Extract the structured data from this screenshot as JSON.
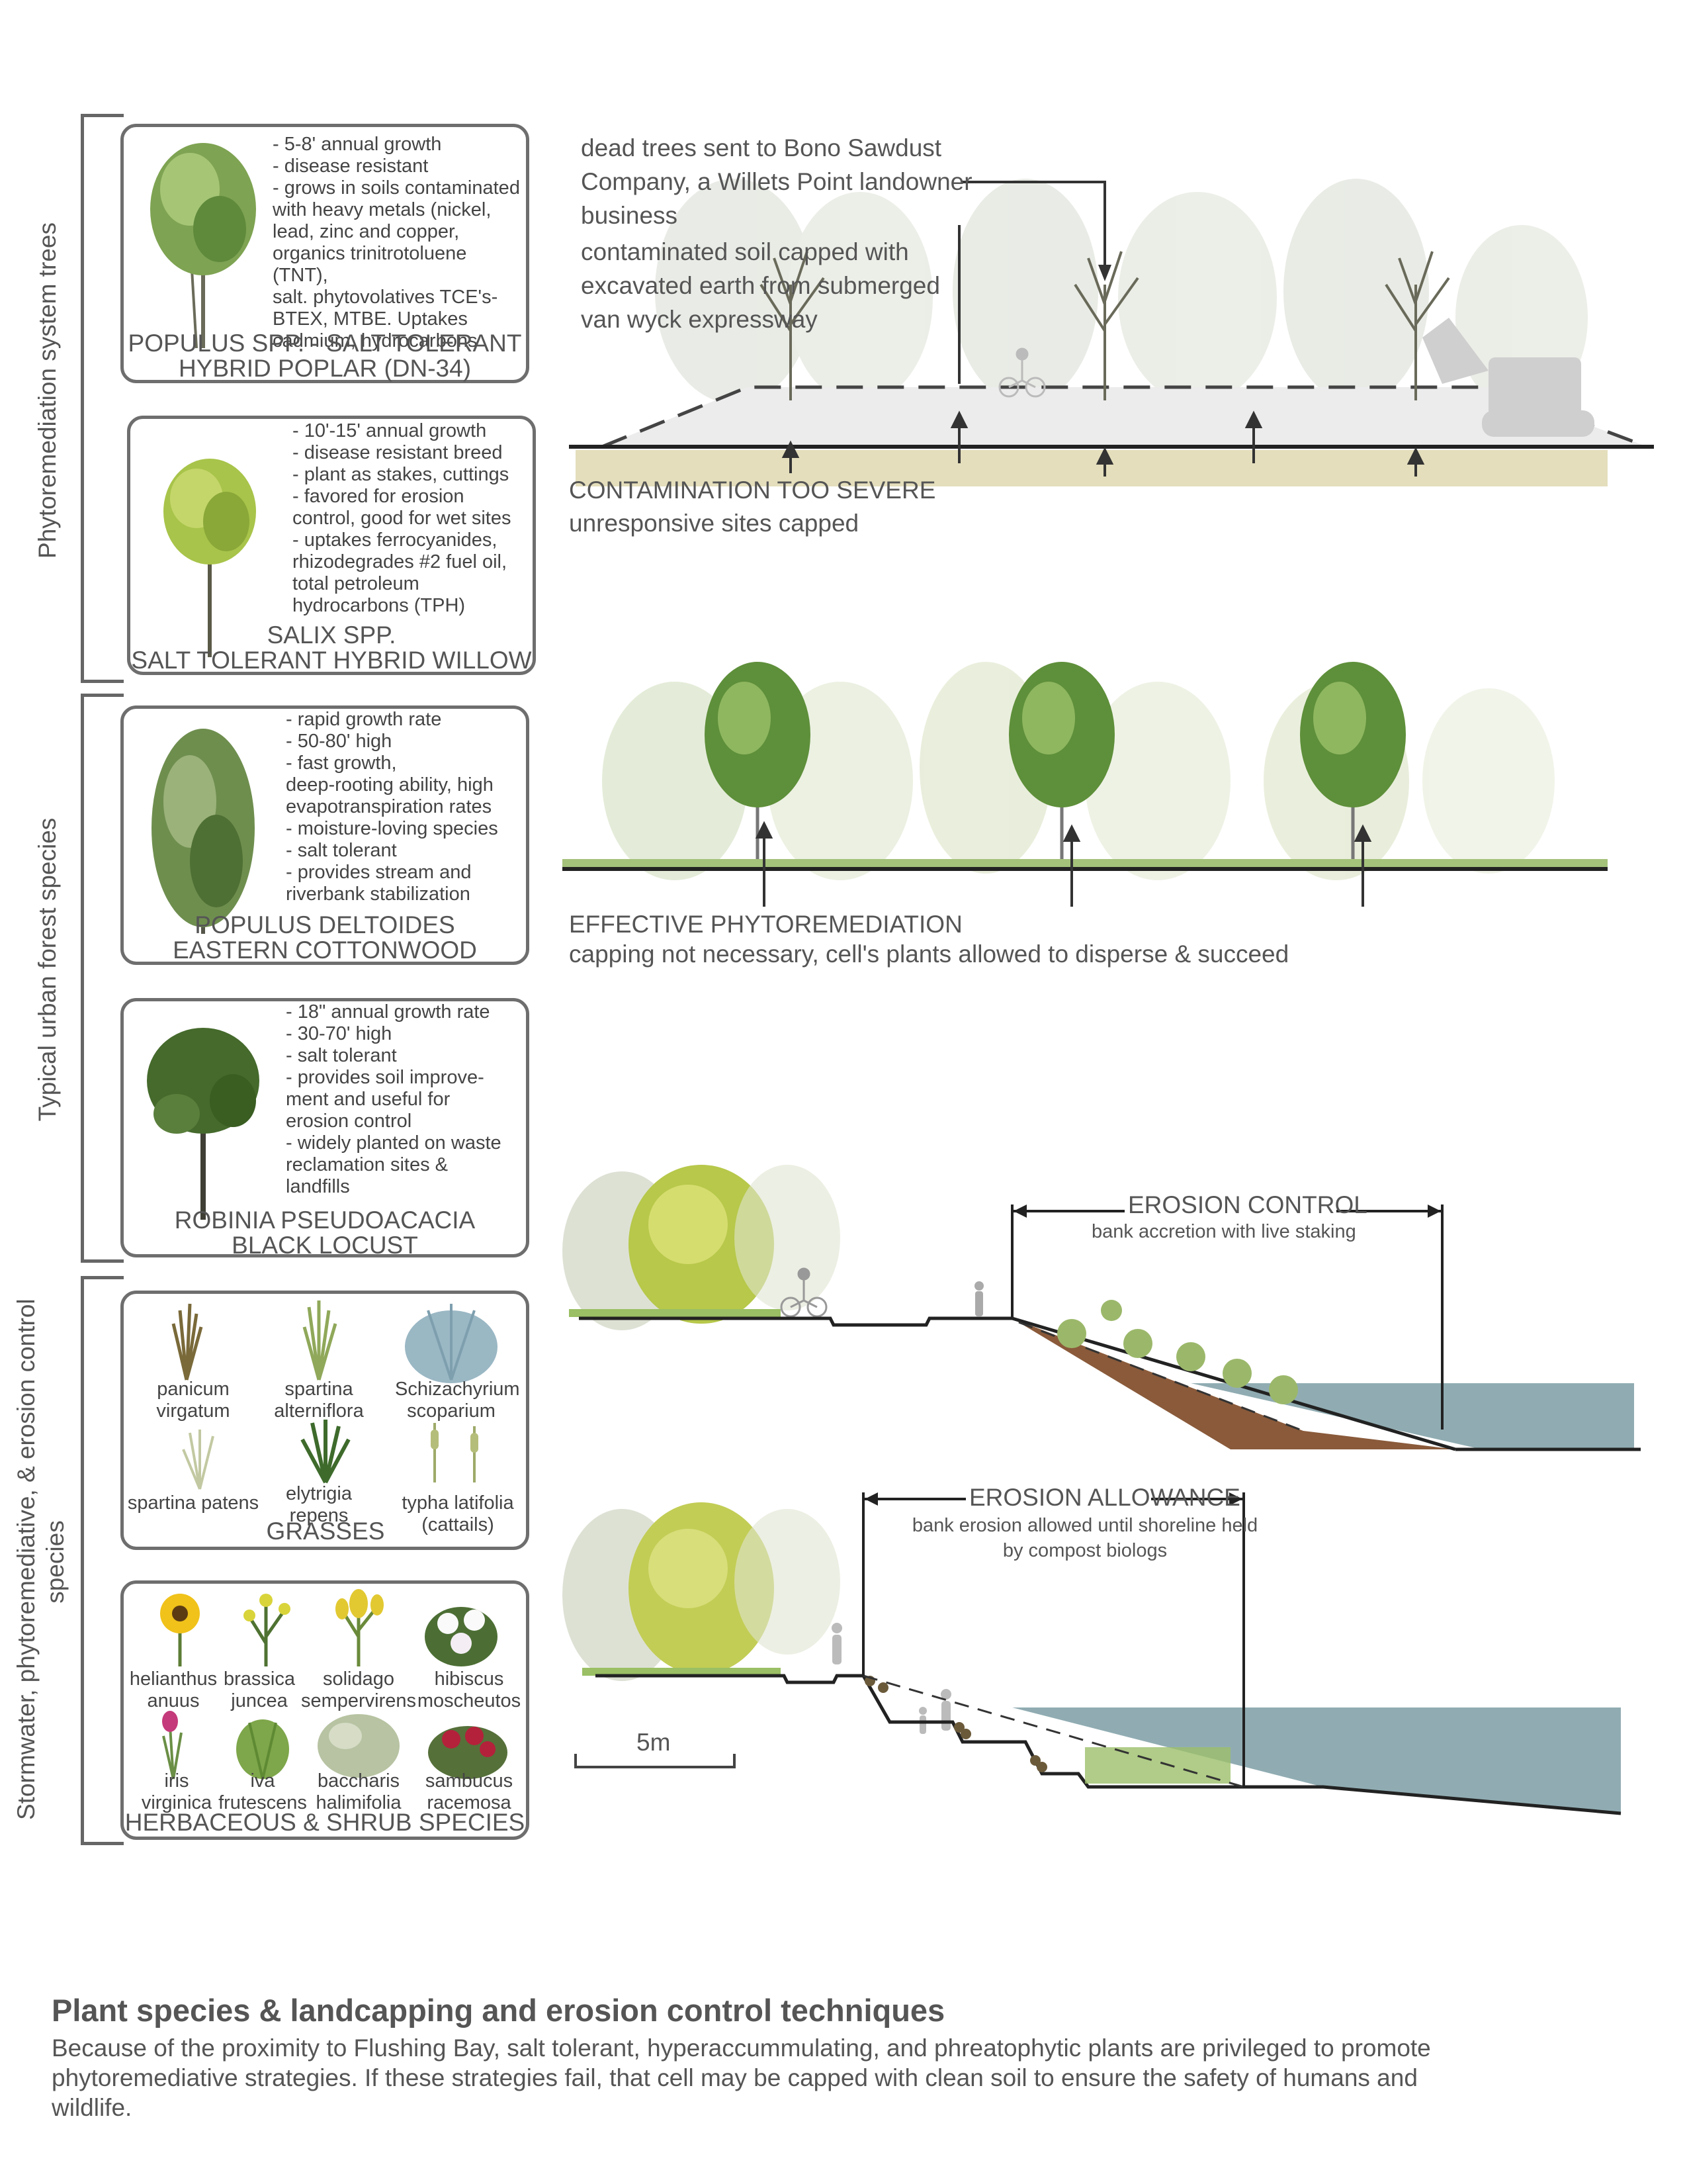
{
  "groups": {
    "phyto_trees": "Phytoremediation system trees",
    "urban_forest": "Typical urban forest species",
    "stormwater_1": "Stormwater, phytoremediative, & erosion control",
    "stormwater_2": "species"
  },
  "cards": {
    "poplar": {
      "bullets": [
        "- 5-8' annual growth",
        "- disease resistant",
        "- grows in soils contaminated",
        "with heavy metals (nickel,",
        "lead, zinc and copper,",
        "organics trinitrotoluene (TNT),",
        "salt. phytovolatives TCE's-",
        "BTEX, MTBE. Uptakes",
        "cadmium, hydrocarbons"
      ],
      "name_1": "POPULUS SPP. - SALT TOLERANT",
      "name_2": "HYBRID POPLAR (DN-34)"
    },
    "willow": {
      "bullets": [
        "- 10'-15' annual growth",
        "- disease resistant breed",
        "- plant as stakes, cuttings",
        "- favored for erosion",
        "control, good for wet sites",
        "- uptakes ferrocyanides,",
        "rhizodegrades #2 fuel oil,",
        "total petroleum",
        "hydrocarbons (TPH)"
      ],
      "name_1": "SALIX SPP.",
      "name_2": "SALT TOLERANT HYBRID WILLOW"
    },
    "cottonwood": {
      "bullets": [
        "- rapid growth rate",
        "- 50-80' high",
        "- fast growth,",
        "deep-rooting ability, high",
        "evapotranspiration rates",
        "- moisture-loving species",
        "- salt tolerant",
        "- provides stream and",
        "riverbank stabilization"
      ],
      "name_1": "POPULUS DELTOIDES",
      "name_2": "EASTERN COTTONWOOD"
    },
    "locust": {
      "bullets": [
        "- 18\" annual growth rate",
        "- 30-70' high",
        "- salt tolerant",
        "- provides soil improve-",
        "ment and useful for",
        "erosion control",
        "- widely planted on waste",
        "reclamation sites &",
        "landfills"
      ],
      "name_1": "ROBINIA PSEUDOACACIA",
      "name_2": "BLACK LOCUST"
    }
  },
  "grasses": {
    "title": "GRASSES",
    "items": [
      {
        "l1": "panicum",
        "l2": "virgatum"
      },
      {
        "l1": "spartina",
        "l2": "alterniflora"
      },
      {
        "l1": "Schizachyrium",
        "l2": "scoparium"
      },
      {
        "l1": "spartina patens",
        "l2": ""
      },
      {
        "l1": "elytrigia",
        "l2": "repens"
      },
      {
        "l1": "typha latifolia",
        "l2": "(cattails)"
      }
    ]
  },
  "shrubs": {
    "title": "HERBACEOUS & SHRUB SPECIES",
    "items": [
      {
        "l1": "helianthus",
        "l2": "anuus"
      },
      {
        "l1": "brassica",
        "l2": "juncea"
      },
      {
        "l1": "solidago",
        "l2": "sempervirens"
      },
      {
        "l1": "hibiscus",
        "l2": "moscheutos"
      },
      {
        "l1": "iris",
        "l2": "virginica"
      },
      {
        "l1": "iva",
        "l2": "frutescens"
      },
      {
        "l1": "baccharis",
        "l2": "halimifolia"
      },
      {
        "l1": "sambucus",
        "l2": "racemosa"
      }
    ]
  },
  "sections": {
    "capped": {
      "note_1": "dead trees sent to Bono Sawdust",
      "note_2": "Company, a Willets Point landowner",
      "note_3": "business",
      "note_4": "contaminated soil capped with",
      "note_5": "excavated earth from submerged",
      "note_6": "van wyck expressway",
      "head": "CONTAMINATION TOO SEVERE",
      "sub": "unresponsive sites capped"
    },
    "effective": {
      "head": "EFFECTIVE PHYTOREMEDIATION",
      "sub": "capping not necessary, cell's plants allowed to disperse & succeed"
    },
    "erosion_control": {
      "head": "EROSION CONTROL",
      "sub": "bank accretion with live staking"
    },
    "erosion_allowance": {
      "head": "EROSION ALLOWANCE",
      "sub_1": "bank erosion allowed until shoreline held",
      "sub_2": "by compost biologs"
    },
    "scale": "5m"
  },
  "footer": {
    "title": "Plant species & landcapping and erosion control techniques",
    "body_1": "Because of the proximity to Flushing Bay, salt tolerant, hyperaccummulating, and phreatophytic plants are privileged to promote",
    "body_2": "phytoremediative strategies. If these strategies fail, that cell may be capped with clean soil to ensure the safety of humans and",
    "body_3": "wildlife."
  },
  "colors": {
    "leaf_dark": "#5e8a3a",
    "leaf_light": "#a9c96a",
    "leaf_yellow": "#c9cf4a",
    "soil": "#c9c08a",
    "water": "#7c9ea4",
    "frame": "#6e6e6e"
  }
}
